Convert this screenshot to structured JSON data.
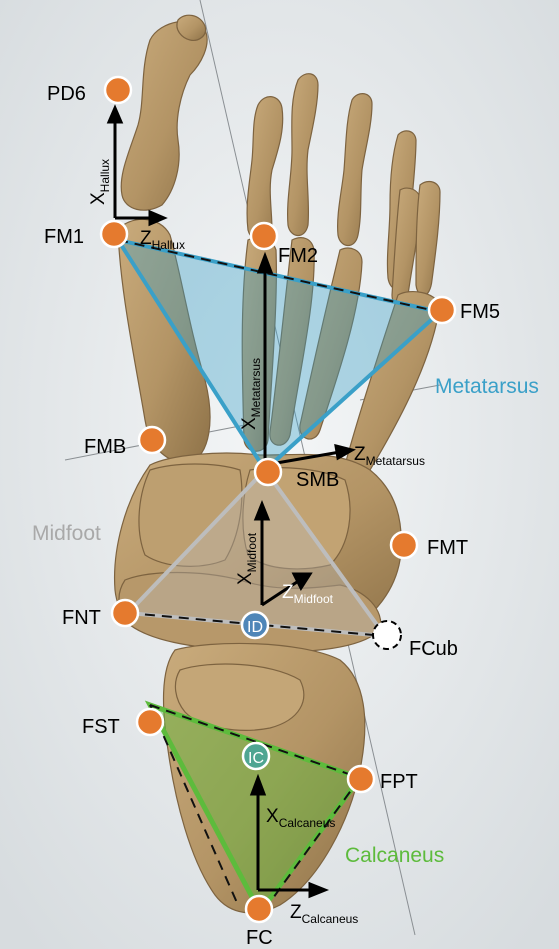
{
  "landmarks": {
    "pd6": "PD6",
    "fm1": "FM1",
    "fm2": "FM2",
    "fm5": "FM5",
    "fmb": "FMB",
    "smb": "SMB",
    "fmt": "FMT",
    "fnt": "FNT",
    "id": "ID",
    "fcub": "FCub",
    "fst": "FST",
    "ic": "IC",
    "fpt": "FPT",
    "fc": "FC"
  },
  "regions": {
    "metatarsus": "Metatarsus",
    "midfoot": "Midfoot",
    "calcaneus": "Calcaneus"
  },
  "axes": {
    "hallux_x": {
      "base": "X",
      "sub": "Hallux"
    },
    "hallux_z": {
      "base": "Z",
      "sub": "Hallux"
    },
    "metatarsus_x": {
      "base": "X",
      "sub": "Metatarsus"
    },
    "metatarsus_z": {
      "base": "Z",
      "sub": "Metatarsus"
    },
    "midfoot_x": {
      "base": "X",
      "sub": "Midfoot"
    },
    "midfoot_z": {
      "base": "Z",
      "sub": "Midfoot"
    },
    "calcaneus_x": {
      "base": "X",
      "sub": "Calcaneus"
    },
    "calcaneus_z": {
      "base": "Z",
      "sub": "Calcaneus"
    }
  },
  "colors": {
    "landmark": "#e57a2e",
    "metatarsus": "#3aa0c8",
    "midfoot": "#a9a9a9",
    "calcaneus": "#5dbb3c",
    "bone": "#b89a6c",
    "center": "#4f86b8"
  }
}
